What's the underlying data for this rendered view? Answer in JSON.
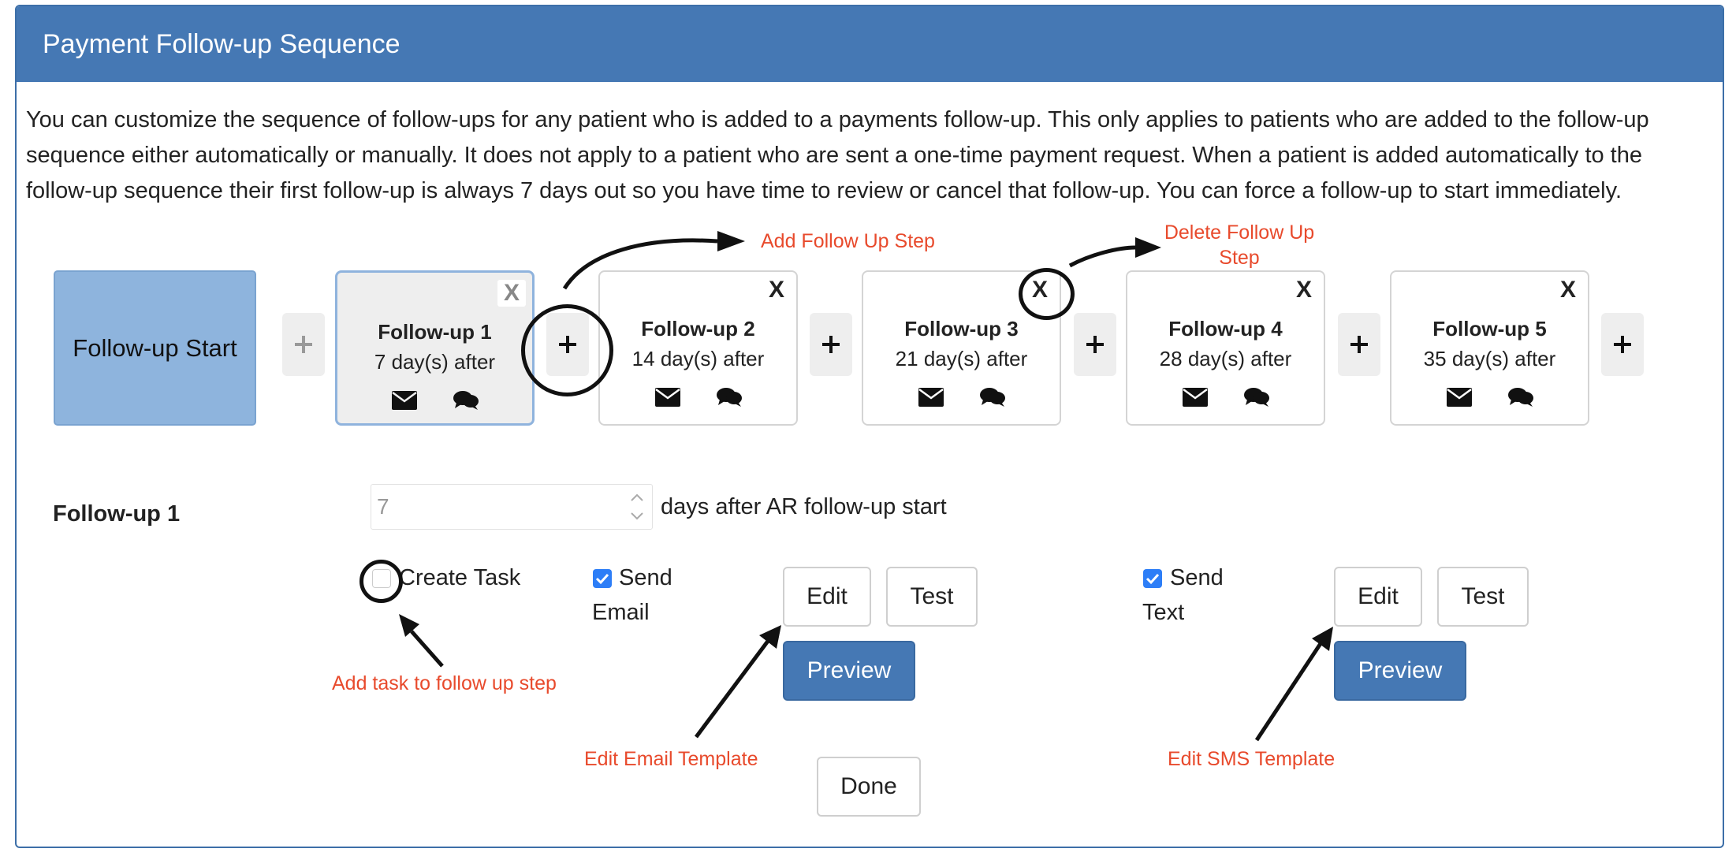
{
  "header": {
    "title": "Payment Follow-up Sequence"
  },
  "description": "You can customize the sequence of follow-ups for any patient who is added to a payments follow-up. This only applies to patients who are added to the follow-up sequence either automatically or manually. It does not apply to a patient who are sent a one-time payment request. When a patient is added automatically to the follow-up sequence their first follow-up is always 7 days out so you have time to review or cancel that follow-up. You can force a follow-up to start immediately.",
  "sequence": {
    "start_label": "Follow-up Start",
    "steps": [
      {
        "title": "Follow-up 1",
        "subtitle": "7 day(s) after",
        "delete": "X"
      },
      {
        "title": "Follow-up 2",
        "subtitle": "14 day(s) after",
        "delete": "X"
      },
      {
        "title": "Follow-up 3",
        "subtitle": "21 day(s) after",
        "delete": "X"
      },
      {
        "title": "Follow-up 4",
        "subtitle": "28 day(s) after",
        "delete": "X"
      },
      {
        "title": "Follow-up 5",
        "subtitle": "35 day(s) after",
        "delete": "X"
      }
    ],
    "icons": [
      "envelope-icon",
      "chat-icon",
      "plus-icon"
    ]
  },
  "annotations": {
    "add_step": "Add Follow Up Step",
    "delete_step_line1": "Delete Follow Up",
    "delete_step_line2": "Step",
    "add_task": "Add task to follow up step",
    "edit_email": "Edit Email Template",
    "edit_sms": "Edit SMS Template",
    "color": "#e84a2c"
  },
  "detail": {
    "label": "Follow-up 1",
    "days_value": "7",
    "days_suffix": "days after AR follow-up start",
    "create_task": {
      "label": "Create Task",
      "checked": false
    },
    "send_email": {
      "line1": "Send",
      "line2": "Email",
      "checked": true,
      "edit": "Edit",
      "test": "Test",
      "preview": "Preview"
    },
    "send_text": {
      "line1": "Send",
      "line2": "Text",
      "checked": true,
      "edit": "Edit",
      "test": "Test",
      "preview": "Preview"
    },
    "done": "Done"
  },
  "colors": {
    "header": "#4578b4",
    "start_box": "#8eb4dd",
    "checkbox": "#2d7ef7"
  }
}
